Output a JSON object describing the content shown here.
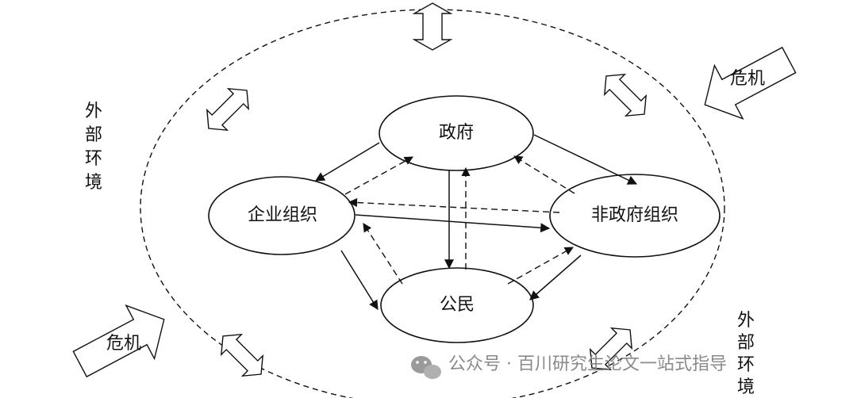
{
  "nodes": {
    "government": "政府",
    "enterprise": "企业组织",
    "ngo": "非政府组织",
    "citizen": "公民"
  },
  "environment": {
    "left": [
      "外",
      "部",
      "环",
      "境"
    ],
    "right": [
      "外",
      "部",
      "环",
      "境"
    ]
  },
  "crisis": {
    "top_right": "危机",
    "bottom_left": "危机"
  },
  "watermark": {
    "text": "公众号 · 百川研究生论文一站式指导"
  },
  "colors": {
    "line": "#111111",
    "watermark": "#8a8a8a"
  }
}
